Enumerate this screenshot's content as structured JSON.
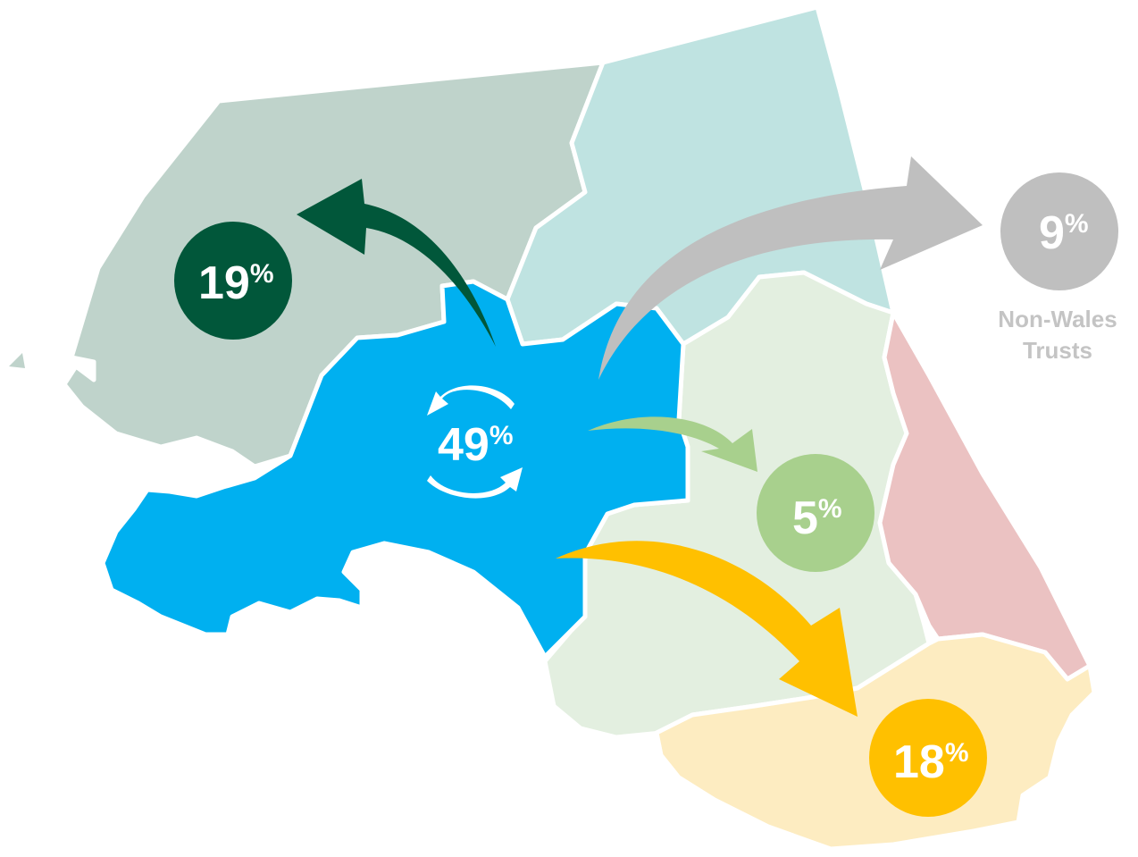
{
  "colors": {
    "home_region": "#00b0f0",
    "northwest_region": "#bfd3cb",
    "north_region": "#bfe3e1",
    "east_region": "#e3efe0",
    "strip_region": "#ebc2c2",
    "south_region": "#fdecc1",
    "dark_green": "#01573a",
    "grey": "#bfbfbf",
    "light_green": "#a8d08d",
    "amber": "#ffc000"
  },
  "flows": [
    {
      "id": "self",
      "value": "49",
      "unit": "%",
      "color": "#00b0f0",
      "icon": "refresh-cycle-icon"
    },
    {
      "id": "northwest",
      "value": "19",
      "unit": "%",
      "color": "#01573a"
    },
    {
      "id": "non_wales",
      "value": "9",
      "unit": "%",
      "color": "#bfbfbf",
      "label_lines": [
        "Non-Wales",
        "Trusts"
      ]
    },
    {
      "id": "east",
      "value": "5",
      "unit": "%",
      "color": "#a8d08d"
    },
    {
      "id": "south",
      "value": "18",
      "unit": "%",
      "color": "#ffc000"
    }
  ]
}
